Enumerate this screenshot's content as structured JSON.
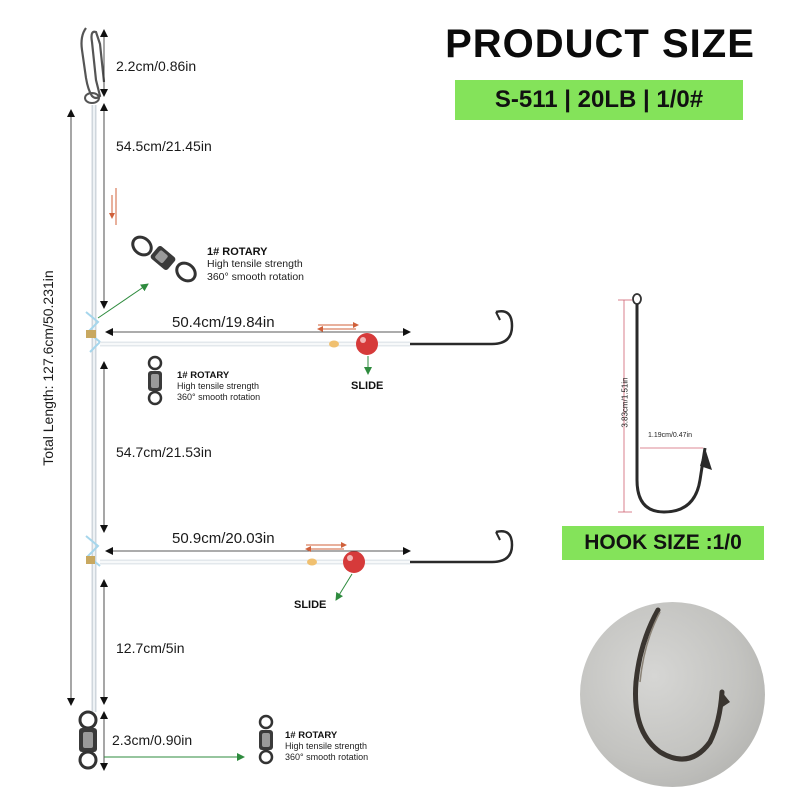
{
  "header": {
    "title": "PRODUCT SIZE",
    "spec": "S-511 | 20LB | 1/0#"
  },
  "measurements": {
    "snap": "2.2cm/0.86in",
    "upper_main": "54.5cm/21.45in",
    "branch_1": "50.4cm/19.84in",
    "middle_main": "54.7cm/21.53in",
    "branch_2": "50.9cm/20.03in",
    "lower_main": "12.7cm/5in",
    "bottom_swivel": "2.3cm/0.90in",
    "total": "Total Length: 127.6cm/50.231in"
  },
  "swivel_notes": [
    {
      "title": "1# ROTARY",
      "line1": "High tensile strength",
      "line2": "360° smooth rotation"
    },
    {
      "title": "1# ROTARY",
      "line1": "High tensile strength",
      "line2": "360° smooth rotation"
    },
    {
      "title": "1# ROTARY",
      "line1": "High tensile strength",
      "line2": "360° smooth rotation"
    }
  ],
  "slide_labels": [
    "SLIDE",
    "SLIDE"
  ],
  "hook": {
    "length": "3.83cm/1.51in",
    "gap": "1.19cm/0.47in",
    "size_label": "HOOK SIZE :1/0"
  },
  "colors": {
    "accent_green": "#84e35a",
    "arrow_red": "#d0603a",
    "arrow_green": "#2e8b3e",
    "bead_red": "#d63a3a",
    "bead_orange": "#f0c070"
  }
}
